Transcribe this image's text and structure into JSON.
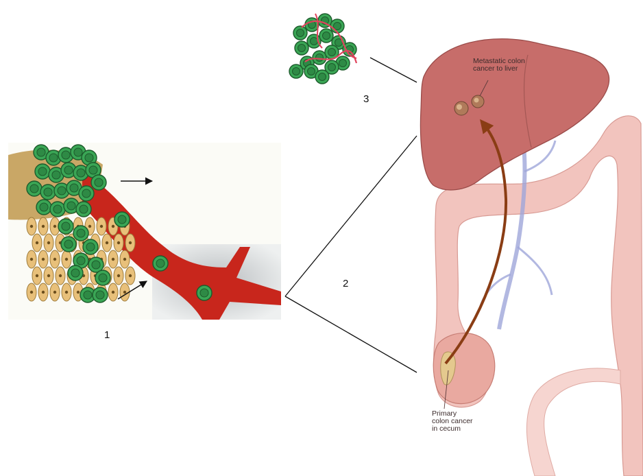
{
  "steps": [
    {
      "number": "1",
      "panel": "tumor-intravasation"
    },
    {
      "number": "2",
      "panel": "circulation"
    },
    {
      "number": "3",
      "panel": "metastatic-colonization"
    }
  ],
  "annotations": {
    "liver": "Metastatic colon\ncancer to liver",
    "cecum": "Primary\ncolon cancer\nin cecum"
  },
  "colors": {
    "tumor_cell": "#3aa655",
    "tumor_nucleus": "#1d6b33",
    "blood_vessel": "#c8261c",
    "stroma": "#c9a766",
    "epithelial_cell": "#e8c07a",
    "liver": "#c76d6a",
    "colon": "#f2c4be",
    "vein": "#9fa6d9",
    "metastasis_path": "#8a3d14"
  }
}
